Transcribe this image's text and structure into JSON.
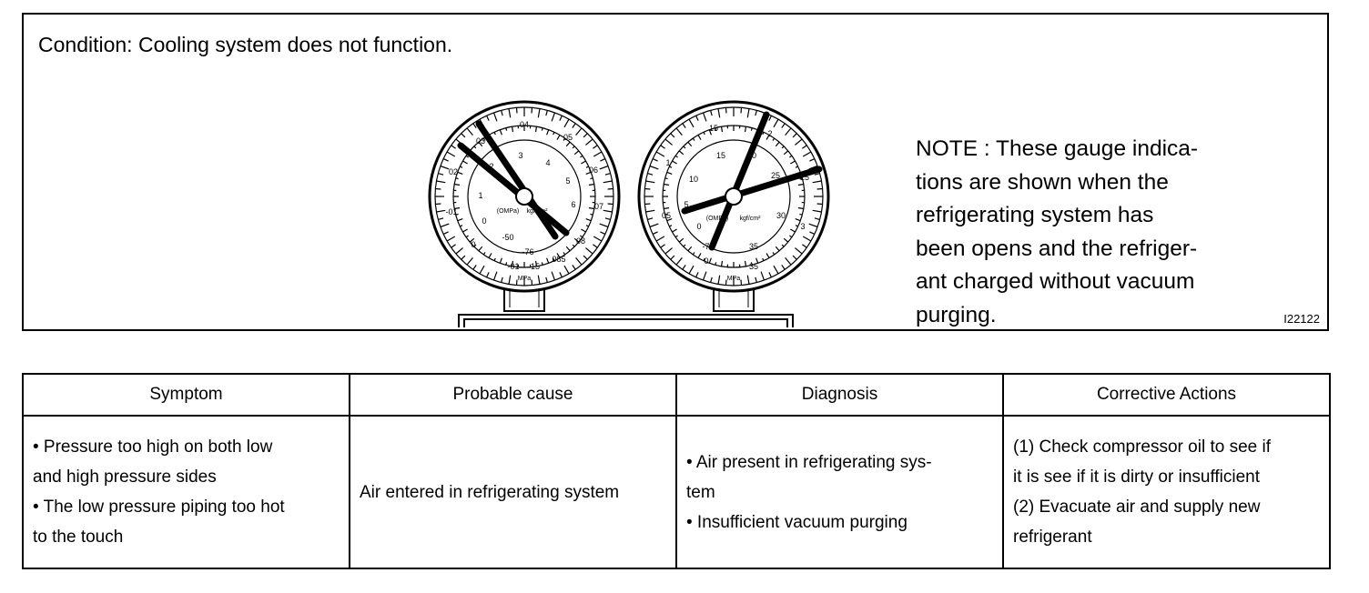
{
  "figure": {
    "condition": "Condition: Cooling system does not function.",
    "note_lines": [
      "NOTE : These gauge indica-",
      "tions are shown when the",
      "refrigerating system has",
      "been opens and the refriger-",
      "ant charged without vacuum",
      "purging."
    ],
    "figure_id": "I22122",
    "low_gauge": {
      "outer_labels": [
        "04",
        "05",
        "06",
        "07",
        "08",
        "085",
        "15",
        "-01",
        "0",
        "-01",
        "02",
        "03"
      ],
      "inner_labels": [
        "3",
        "4",
        "5",
        "6",
        "7",
        "8",
        "2",
        "1",
        "0",
        "-50",
        "-76"
      ],
      "units": [
        "(OMPa)",
        "kgf/cm²"
      ],
      "unit_bottom": "MPa"
    },
    "high_gauge": {
      "outer_labels": [
        "15",
        "2",
        "25",
        "3",
        "35",
        "0",
        "05",
        "1"
      ],
      "inner_labels": [
        "15",
        "10",
        "5",
        "0",
        "20",
        "25",
        "30",
        "35",
        "-76"
      ],
      "units": [
        "(OMPa)",
        "kgf/cm²"
      ],
      "unit_bottom": "MPa"
    }
  },
  "table": {
    "headers": [
      "Symptom",
      "Probable cause",
      "Diagnosis",
      "Corrective Actions"
    ],
    "symptom": [
      "• Pressure too high on both low",
      "and high pressure sides",
      "• The low pressure piping too hot",
      "to the touch"
    ],
    "cause": [
      "Air entered in refrigerating system"
    ],
    "diagnosis": [
      "• Air present in refrigerating sys-",
      "tem",
      "• Insufficient vacuum purging"
    ],
    "actions": [
      "(1) Check compressor oil to see if",
      "it is see if it is dirty or insufficient",
      "(2) Evacuate air and supply new",
      "refrigerant"
    ]
  }
}
